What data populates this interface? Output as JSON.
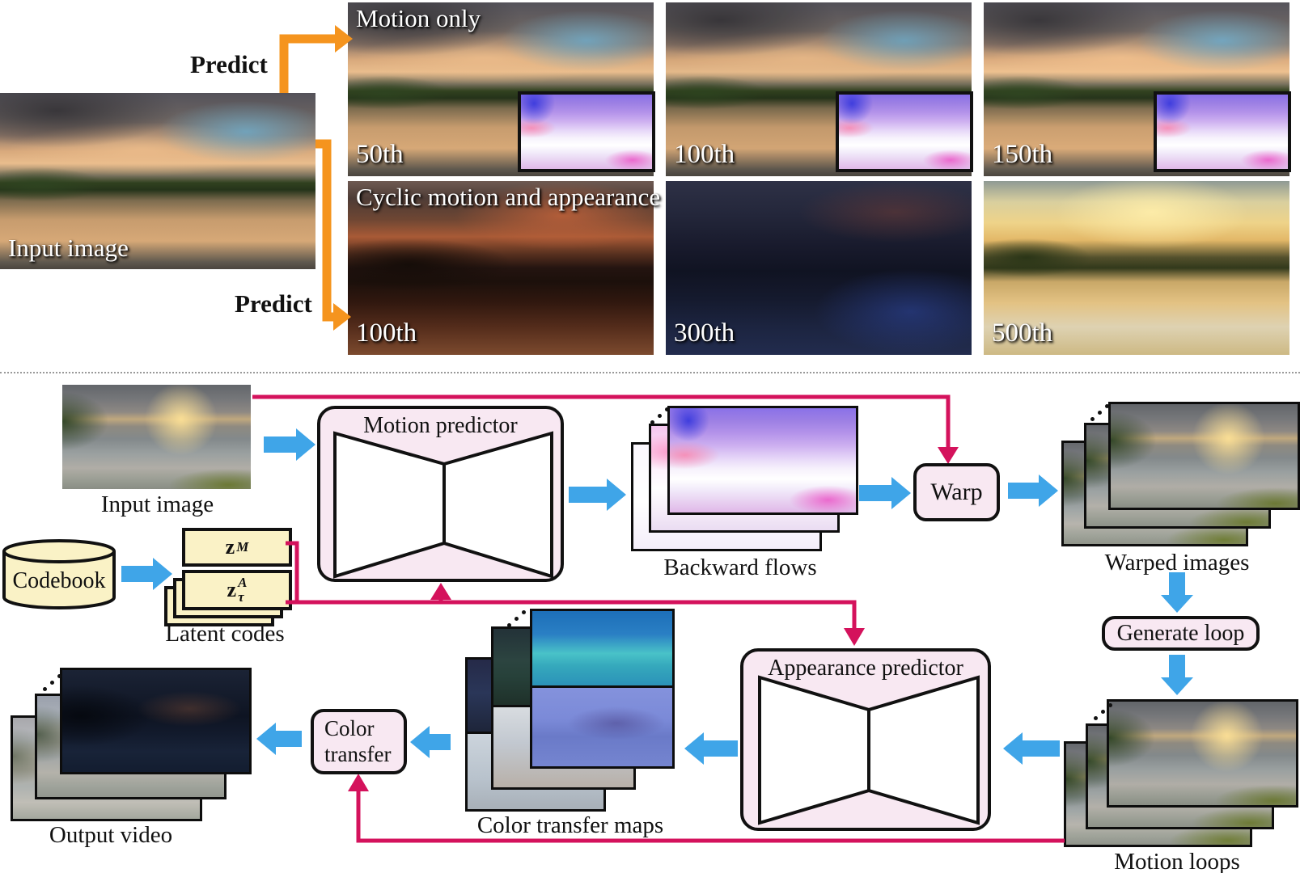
{
  "colors": {
    "arrow_blue": "#3fa5e8",
    "arrow_orange": "#f5941e",
    "line_crimson": "#d4125c",
    "node_pink": "#f8e8f2",
    "node_yellow": "#faf2c6"
  },
  "top": {
    "input_caption": "Input image",
    "predict_top": "Predict",
    "predict_bottom": "Predict",
    "rows": [
      {
        "title": "Motion only",
        "frames": [
          {
            "label": "50th"
          },
          {
            "label": "100th"
          },
          {
            "label": "150th"
          }
        ]
      },
      {
        "title": "Cyclic motion and appearance",
        "frames": [
          {
            "label": "100th"
          },
          {
            "label": "300th"
          },
          {
            "label": "500th"
          }
        ]
      }
    ]
  },
  "diagram": {
    "input_caption": "Input image",
    "codebook_label": "Codebook",
    "latent": {
      "caption": "Latent codes",
      "motion": {
        "base": "z",
        "sup": "M"
      },
      "appearance": {
        "base": "z",
        "sup": "A",
        "sub": "τ"
      }
    },
    "motion_predictor": "Motion predictor",
    "backward_flows": "Backward flows",
    "warp": "Warp",
    "warped_images": "Warped images",
    "generate_loop": "Generate loop",
    "motion_loops": "Motion loops",
    "appearance_predictor": "Appearance predictor",
    "color_transfer_maps": "Color transfer maps",
    "color_transfer": "Color transfer",
    "output_video": "Output video"
  }
}
